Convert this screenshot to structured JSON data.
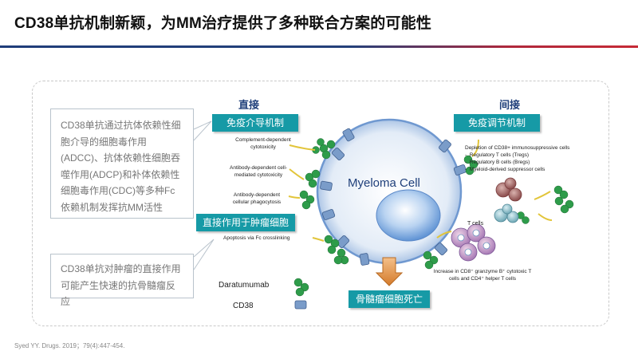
{
  "title": "CD38单抗机制新颖，为MM治疗提供了多种联合方案的可能性",
  "headers": {
    "direct": "直接",
    "indirect": "间接"
  },
  "boxes": {
    "immune_mediated": "免疫介导机制",
    "immune_regulation": "免疫调节机制",
    "direct_tumor": "直接作用于肿瘤细胞",
    "cell_death": "骨髓瘤细胞死亡"
  },
  "callouts": {
    "mechanisms": "CD38单抗通过抗体依赖性细胞介导的细胞毒作用(ADCC)、抗体依赖性细胞吞噬作用(ADCP)和补体依赖性细胞毒作用(CDC)等多种Fc依赖机制发挥抗MM活性",
    "direct": "CD38单抗对肿瘤的直接作用可能产生快速的抗骨髓瘤反应"
  },
  "cell_label": "Myeloma Cell",
  "mechanism_labels": {
    "cdc": "Complement-dependent cytotoxicity",
    "adcc": "Antibody-dependent cell-mediated cytotoxicity",
    "adcp": "Antibody-dependent cellular phagocytosis",
    "apoptosis": "Apoptosis via  Fc crosslinking"
  },
  "depletion": {
    "heading": "Depletion of CD38+ immunosuppressive cells",
    "items": [
      "Regulatory T cells (Tregs)",
      "Regulatory B cells (Bregs)",
      "Myeloid-derived suppressor cells"
    ]
  },
  "t_cells_label": "T cells",
  "increase_text": "Increase in CD8⁺ granzyme B⁺ cytotoxic T cells and CD4⁺ helper  T cells",
  "legend": {
    "antibody": "Daratumumab",
    "receptor": "CD38"
  },
  "citation": "Syed YY. Drugs. 2019；79(4):447-454.",
  "colors": {
    "teal": "#169aa6",
    "header_blue": "#1f3f7a",
    "antibody_green": "#2e9c4a",
    "cd38_blue": "#7a9cc9",
    "cell_blue": "#5b8fd0"
  }
}
